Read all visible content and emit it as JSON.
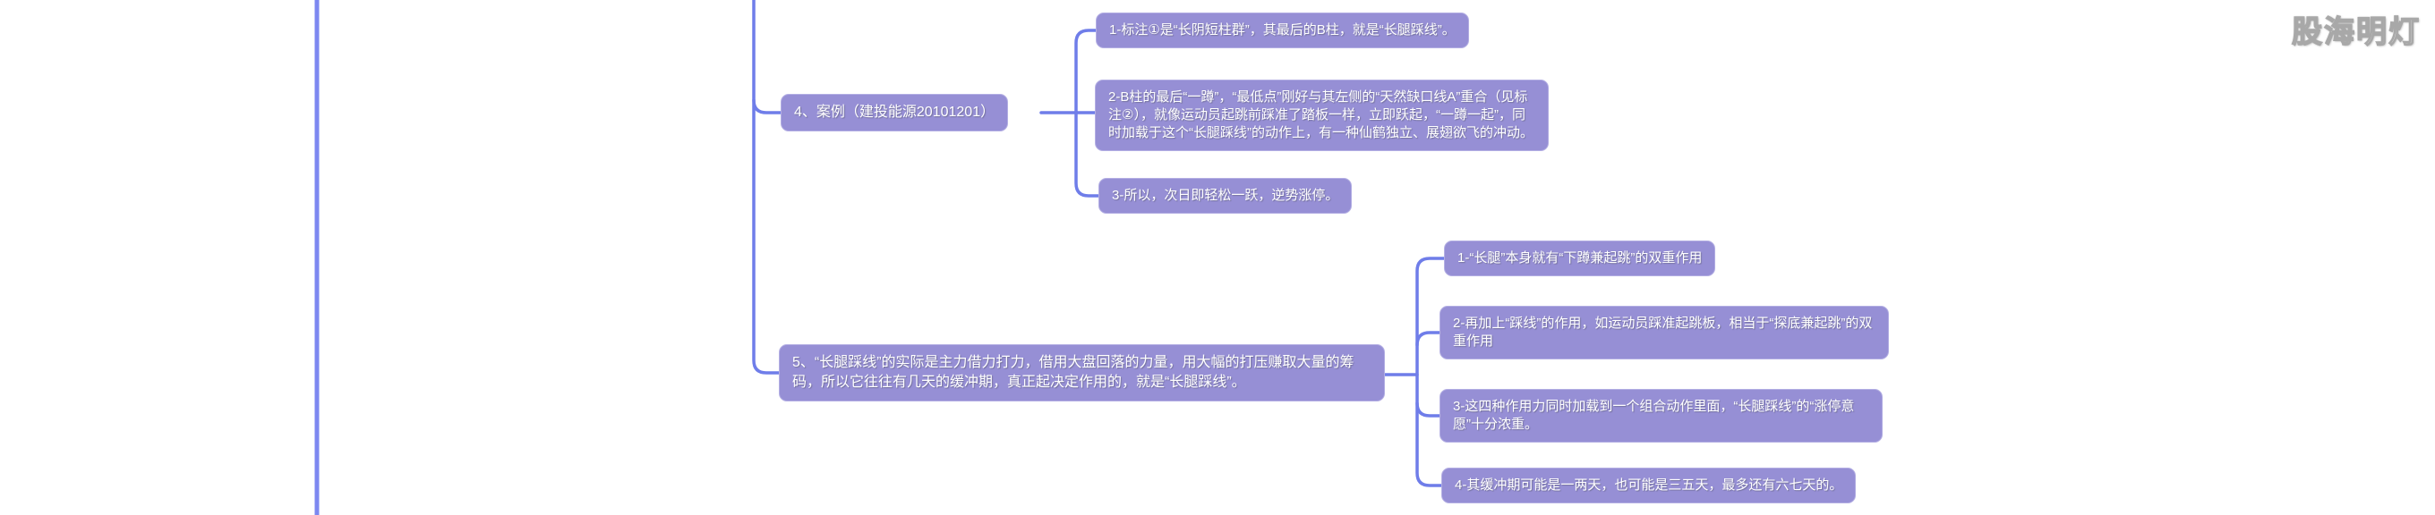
{
  "watermark": {
    "text": "股海明灯"
  },
  "colors": {
    "background": "#ffffff",
    "node_fill": "#968fd5",
    "node_border": "#b3aee3",
    "node_text": "#ffffff",
    "line": "#6f7de9",
    "edge_line": "#7d88f0"
  },
  "mindmap": {
    "branch_case": {
      "label": "4、案例（建投能源20101201）",
      "children": [
        "1-标注①是“长阴短柱群”，其最后的B柱，就是“长腿踩线”。",
        "2-B柱的最后“一蹲”，“最低点”刚好与其左侧的“天然缺口线A”重合（见标注②），就像运动员起跳前踩准了踏板一样，立即跃起，“一蹲一起”，同时加载于这个“长腿踩线”的动作上，有一种仙鹤独立、展翅欲飞的冲动。",
        "3-所以，次日即轻松一跃，逆势涨停。"
      ]
    },
    "branch_mechanism": {
      "label": "5、“长腿踩线”的实际是主力借力打力，借用大盘回落的力量，用大幅的打压赚取大量的筹码，所以它往往有几天的缓冲期，真正起决定作用的，就是“长腿踩线”。",
      "children": [
        "1-“长腿”本身就有“下蹲兼起跳”的双重作用",
        "2-再加上“踩线”的作用，如运动员踩准起跳板，相当于“探底兼起跳”的双重作用",
        "3-这四种作用力同时加载到一个组合动作里面，“长腿踩线”的“涨停意愿”十分浓重。",
        "4-其缓冲期可能是一两天，也可能是三五天，最多还有六七天的。"
      ]
    }
  }
}
